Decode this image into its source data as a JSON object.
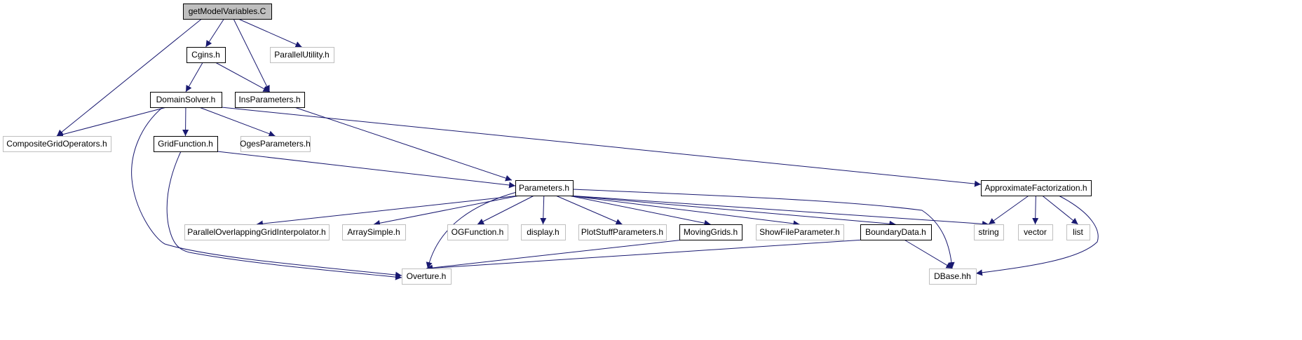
{
  "colors": {
    "edge": "#191970",
    "root_fill": "#bfbfbf",
    "local_border": "#000000",
    "external_border": "#bfbfbf"
  },
  "nodes": [
    {
      "id": "root",
      "label": "getModelVariables.C",
      "kind": "root"
    },
    {
      "id": "cgins",
      "label": "Cgins.h",
      "kind": "local"
    },
    {
      "id": "parallelutility",
      "label": "ParallelUtility.h",
      "kind": "external"
    },
    {
      "id": "domainsolver",
      "label": "DomainSolver.h",
      "kind": "local"
    },
    {
      "id": "insparameters",
      "label": "InsParameters.h",
      "kind": "local"
    },
    {
      "id": "compositegridoperators",
      "label": "CompositeGridOperators.h",
      "kind": "external"
    },
    {
      "id": "gridfunction",
      "label": "GridFunction.h",
      "kind": "local"
    },
    {
      "id": "ogesparameters",
      "label": "OgesParameters.h",
      "kind": "external"
    },
    {
      "id": "parameters",
      "label": "Parameters.h",
      "kind": "local"
    },
    {
      "id": "approximatefactorization",
      "label": "ApproximateFactorization.h",
      "kind": "local"
    },
    {
      "id": "paralleloverlapping",
      "label": "ParallelOverlappingGridInterpolator.h",
      "kind": "external"
    },
    {
      "id": "arraysimple",
      "label": "ArraySimple.h",
      "kind": "external"
    },
    {
      "id": "ogfunction",
      "label": "OGFunction.h",
      "kind": "external"
    },
    {
      "id": "display",
      "label": "display.h",
      "kind": "external"
    },
    {
      "id": "plotstuff",
      "label": "PlotStuffParameters.h",
      "kind": "external"
    },
    {
      "id": "movinggrids",
      "label": "MovingGrids.h",
      "kind": "local"
    },
    {
      "id": "showfile",
      "label": "ShowFileParameter.h",
      "kind": "external"
    },
    {
      "id": "boundarydata",
      "label": "BoundaryData.h",
      "kind": "local"
    },
    {
      "id": "string",
      "label": "string",
      "kind": "external"
    },
    {
      "id": "vector",
      "label": "vector",
      "kind": "external"
    },
    {
      "id": "list",
      "label": "list",
      "kind": "external"
    },
    {
      "id": "overture",
      "label": "Overture.h",
      "kind": "external"
    },
    {
      "id": "dbase",
      "label": "DBase.hh",
      "kind": "external"
    }
  ],
  "edges": [
    {
      "from": "root",
      "to": "compositegridoperators"
    },
    {
      "from": "root",
      "to": "cgins"
    },
    {
      "from": "root",
      "to": "insparameters"
    },
    {
      "from": "root",
      "to": "parallelutility"
    },
    {
      "from": "cgins",
      "to": "domainsolver"
    },
    {
      "from": "cgins",
      "to": "insparameters"
    },
    {
      "from": "domainsolver",
      "to": "compositegridoperators"
    },
    {
      "from": "domainsolver",
      "to": "gridfunction"
    },
    {
      "from": "domainsolver",
      "to": "ogesparameters"
    },
    {
      "from": "domainsolver",
      "to": "approximatefactorization"
    },
    {
      "from": "domainsolver",
      "to": "overture"
    },
    {
      "from": "insparameters",
      "to": "parameters"
    },
    {
      "from": "gridfunction",
      "to": "parameters"
    },
    {
      "from": "gridfunction",
      "to": "overture"
    },
    {
      "from": "parameters",
      "to": "paralleloverlapping"
    },
    {
      "from": "parameters",
      "to": "arraysimple"
    },
    {
      "from": "parameters",
      "to": "ogfunction"
    },
    {
      "from": "parameters",
      "to": "display"
    },
    {
      "from": "parameters",
      "to": "plotstuff"
    },
    {
      "from": "parameters",
      "to": "movinggrids"
    },
    {
      "from": "parameters",
      "to": "showfile"
    },
    {
      "from": "parameters",
      "to": "boundarydata"
    },
    {
      "from": "parameters",
      "to": "string"
    },
    {
      "from": "parameters",
      "to": "overture"
    },
    {
      "from": "parameters",
      "to": "dbase"
    },
    {
      "from": "approximatefactorization",
      "to": "string"
    },
    {
      "from": "approximatefactorization",
      "to": "vector"
    },
    {
      "from": "approximatefactorization",
      "to": "list"
    },
    {
      "from": "approximatefactorization",
      "to": "dbase"
    },
    {
      "from": "movinggrids",
      "to": "overture"
    },
    {
      "from": "boundarydata",
      "to": "overture"
    },
    {
      "from": "boundarydata",
      "to": "dbase"
    }
  ]
}
